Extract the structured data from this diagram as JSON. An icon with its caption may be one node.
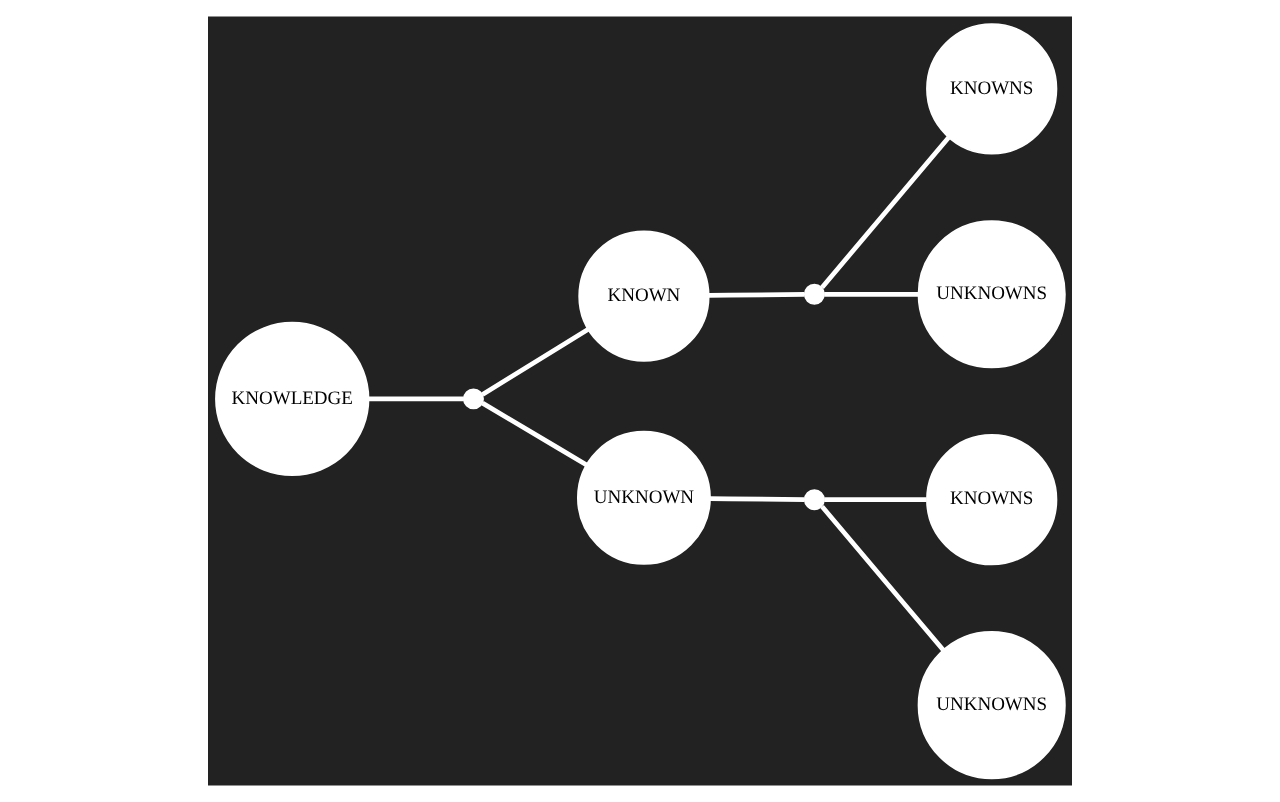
{
  "diagram": {
    "nodes": [
      {
        "text": [
          "KNOWLEDGE"
        ]
      },
      {
        "text": [],
        "shape": "circle"
      },
      {
        "text": [
          "KNOWN"
        ]
      },
      {
        "text": [
          "UNKNOWN"
        ]
      },
      {
        "text": [],
        "shape": "circle"
      },
      {
        "text": [],
        "shape": "circle"
      },
      {
        "text": [
          "KNOWNS"
        ]
      },
      {
        "text": [
          "UNKNOWNS"
        ]
      },
      {
        "text": [
          "KNOWNS"
        ]
      },
      {
        "text": [
          "UNKNOWNS"
        ]
      }
    ],
    "edges": [
      {
        "from": 0,
        "to": 1,
        "arrow": "none"
      },
      {
        "from": 1,
        "to": 2,
        "arrow": "none"
      },
      {
        "from": 1,
        "to": 3,
        "arrow": "none"
      },
      {
        "from": 2,
        "to": 4,
        "arrow": "none"
      },
      {
        "from": 3,
        "to": 5,
        "arrow": "none"
      },
      {
        "from": 4,
        "to": 6,
        "arrow": "none"
      },
      {
        "from": 4,
        "to": 7,
        "arrow": "none"
      },
      {
        "from": 5,
        "to": 8,
        "arrow": "none"
      },
      {
        "from": 5,
        "to": 9,
        "arrow": "none"
      }
    ]
  }
}
